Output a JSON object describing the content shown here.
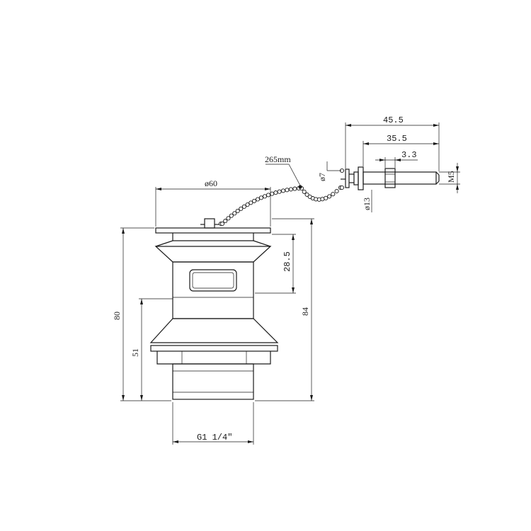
{
  "dimensions": {
    "chain_length": "265mm",
    "plug_diameter": "ø60",
    "body_height": "80",
    "overall_height": "84",
    "thread_height": "51",
    "flange_to_slot": "28.5",
    "thread_size": "G1 1/4\"",
    "rod_total": "45.5",
    "rod_shaft": "35.5",
    "rod_thread": "3.3",
    "washer_diameter": "ø7",
    "nut_diameter": "ø13",
    "rod_thread_size": "M5"
  },
  "colors": {
    "line": "#1a1a1a",
    "background": "#ffffff"
  }
}
